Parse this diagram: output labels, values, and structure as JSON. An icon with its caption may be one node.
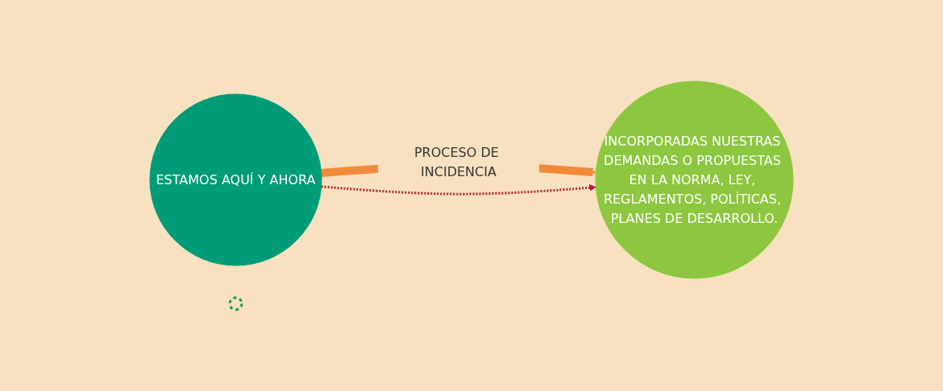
{
  "diagram": {
    "nodes": [
      {
        "text": [
          "ESTAMOS AQUÍ Y AHORA"
        ]
      },
      {
        "text": [],
        "shape": "circle"
      },
      {
        "text": [
          "INCORPORADAS NUESTRAS DEMANDAS O PROPUESTAS EN LA NORMA, LEY, REGLAMENTOS, POLÍTICAS, PLANES DE DESARROLLO."
        ]
      }
    ],
    "edges": [
      {
        "from": 0,
        "to": 2,
        "arrow": "to",
        "label": "PROCESO DE INCIDENCIA",
        "style": "thick",
        "color": "#f08a3a"
      },
      {
        "from": 0,
        "to": 2,
        "arrow": "to",
        "style": "dashed",
        "color": "#b5202e"
      }
    ]
  }
}
